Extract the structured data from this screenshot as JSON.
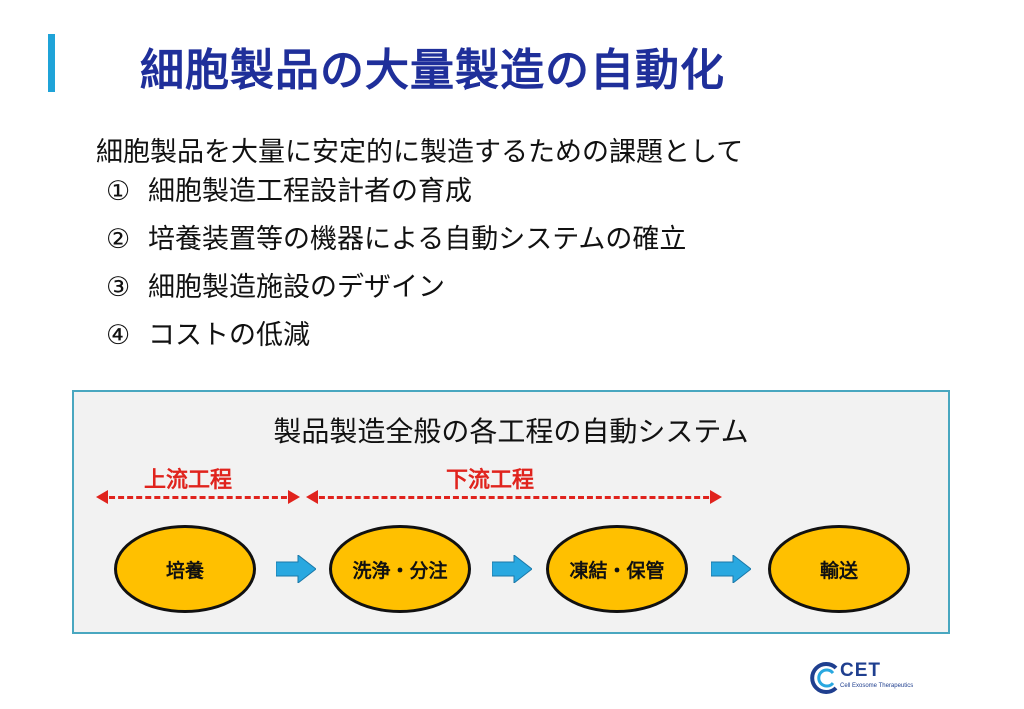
{
  "slide": {
    "title": "細胞製品の大量製造の自動化",
    "intro": "細胞製品を大量に安定的に製造するための課題として",
    "issues": [
      {
        "num": "①",
        "text": "細胞製造工程設計者の育成"
      },
      {
        "num": "②",
        "text": "培養装置等の機器による自動システムの確立"
      },
      {
        "num": "③",
        "text": "細胞製造施設のデザイン"
      },
      {
        "num": "④",
        "text": "コストの低減"
      }
    ]
  },
  "process": {
    "title": "製品製造全般の各工程の自動システム",
    "upstream_label": "上流工程",
    "downstream_label": "下流工程",
    "steps": [
      "培養",
      "洗浄・分注",
      "凍結・保管",
      "輸送"
    ]
  },
  "logo": {
    "name": "CET",
    "tagline": "Cell Exosome Therapeutics"
  },
  "colors": {
    "title": "#1f2f9a",
    "accent_bar": "#1fa3d8",
    "step_fill": "#ffc000",
    "flow_arrow": "#29a8e0",
    "stage_red": "#e0231d",
    "panel_border": "#49a7c0"
  }
}
